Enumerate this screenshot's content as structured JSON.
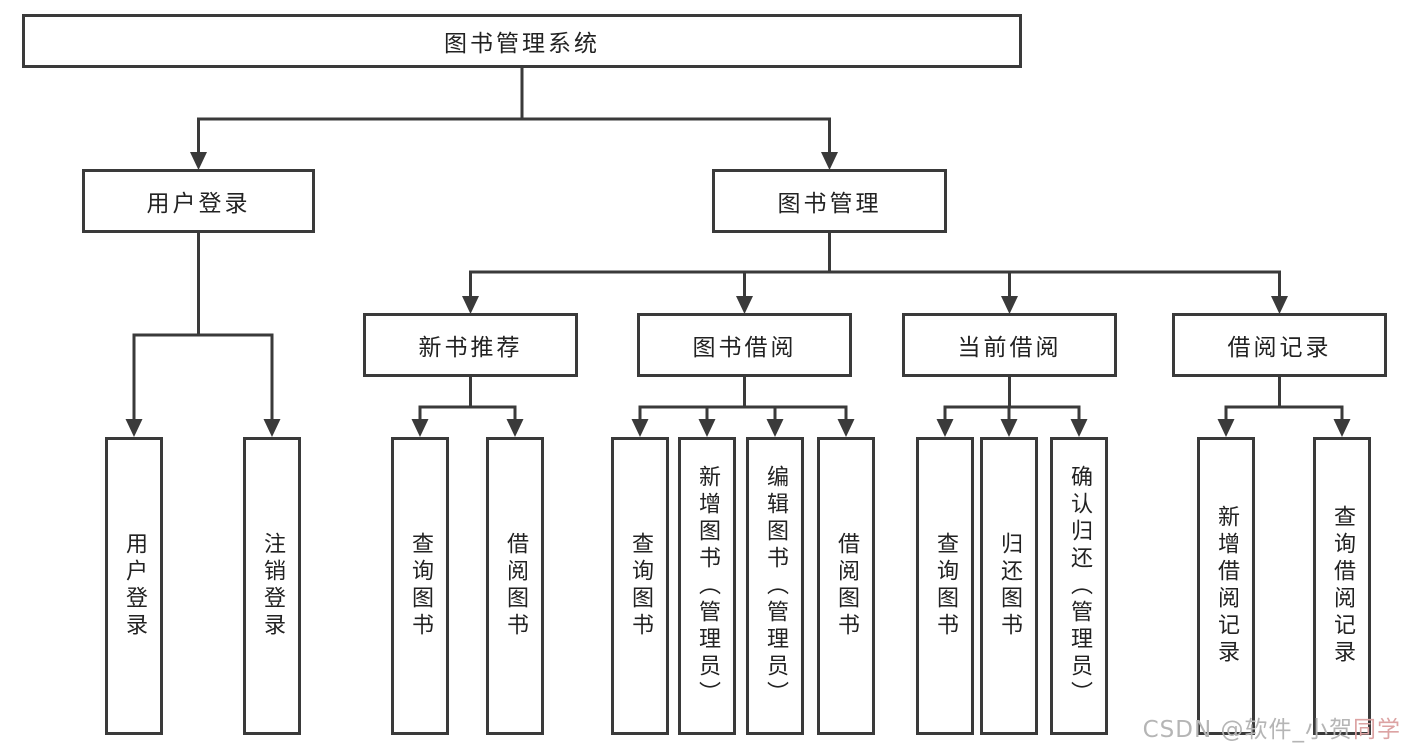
{
  "diagram": {
    "root": {
      "label": "图书管理系统"
    },
    "branches": [
      {
        "label": "用户登录"
      },
      {
        "label": "图书管理"
      }
    ],
    "modules": [
      {
        "label": "新书推荐",
        "parent": "图书管理"
      },
      {
        "label": "图书借阅",
        "parent": "图书管理"
      },
      {
        "label": "当前借阅",
        "parent": "图书管理"
      },
      {
        "label": "借阅记录",
        "parent": "图书管理"
      }
    ],
    "leaves": [
      {
        "label": "用户登录",
        "parent": "用户登录"
      },
      {
        "label": "注销登录",
        "parent": "用户登录"
      },
      {
        "label": "查询图书",
        "parent": "新书推荐"
      },
      {
        "label": "借阅图书",
        "parent": "新书推荐"
      },
      {
        "label": "查询图书",
        "parent": "图书借阅"
      },
      {
        "label": "新增图书（管理员）",
        "parent": "图书借阅"
      },
      {
        "label": "编辑图书（管理员）",
        "parent": "图书借阅"
      },
      {
        "label": "借阅图书",
        "parent": "图书借阅"
      },
      {
        "label": "查询图书",
        "parent": "当前借阅"
      },
      {
        "label": "归还图书",
        "parent": "当前借阅"
      },
      {
        "label": "确认归还（管理员）",
        "parent": "当前借阅"
      },
      {
        "label": "新增借阅记录",
        "parent": "借阅记录"
      },
      {
        "label": "查询借阅记录",
        "parent": "借阅记录"
      }
    ],
    "line_color": "#3a3a3a",
    "text_color": "#222222",
    "background_color": "#ffffff"
  },
  "watermark": {
    "prefix": "CSDN @软件_小贺",
    "suffix": "同学",
    "prefix_color": "#b5b5b5",
    "suffix_color": "#dca3a3"
  }
}
